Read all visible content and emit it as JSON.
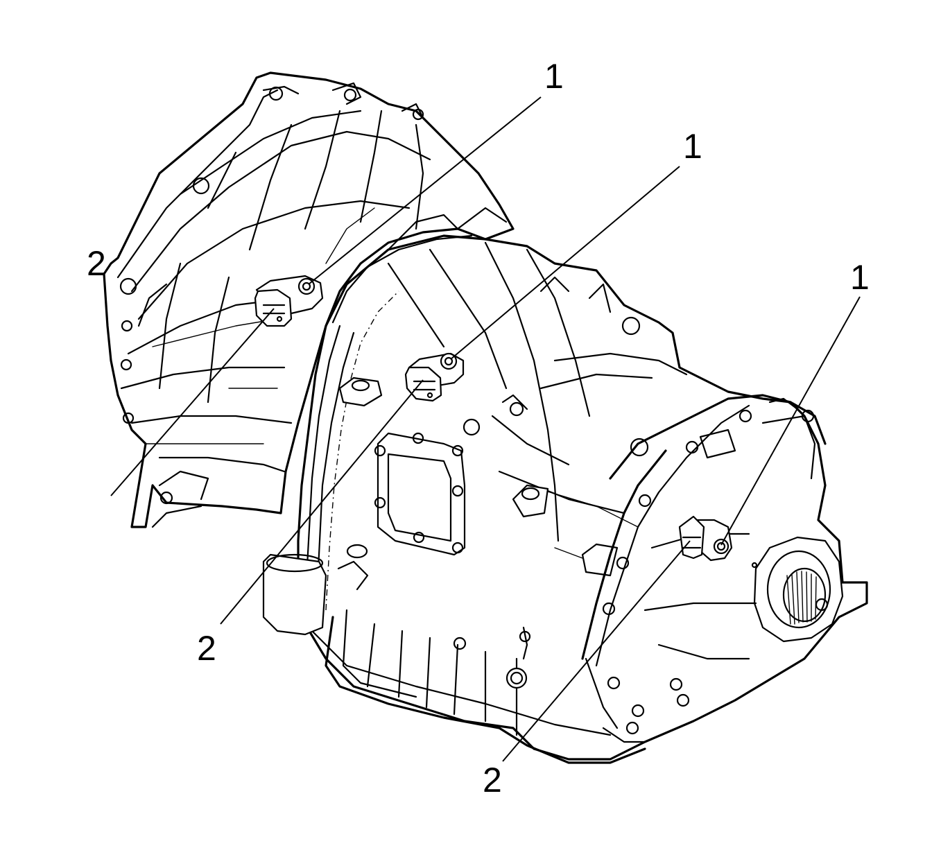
{
  "callouts": [
    {
      "id": "c1a",
      "label": "1"
    },
    {
      "id": "c1b",
      "label": "1"
    },
    {
      "id": "c1c",
      "label": "1"
    },
    {
      "id": "c2a",
      "label": "2"
    },
    {
      "id": "c2b",
      "label": "2"
    },
    {
      "id": "c2c",
      "label": "2"
    }
  ]
}
